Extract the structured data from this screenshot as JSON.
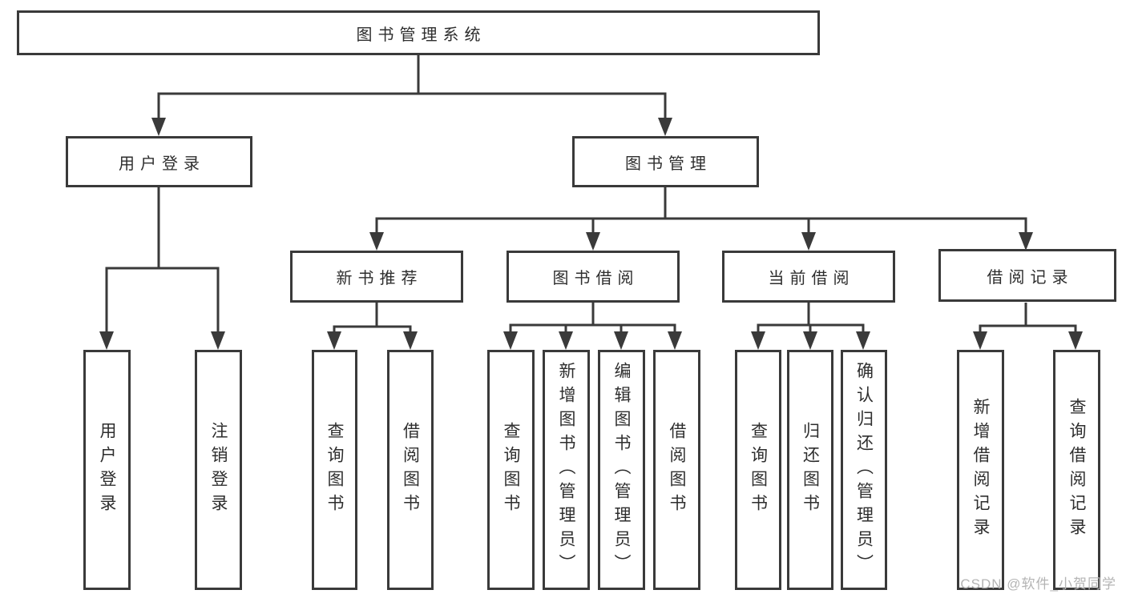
{
  "diagram": {
    "title": "图书管理系统",
    "root": {
      "label": "图书管理系统"
    },
    "branches": [
      {
        "label": "用户登录",
        "children": [
          {
            "label": "用户登录"
          },
          {
            "label": "注销登录"
          }
        ]
      },
      {
        "label": "图书管理",
        "children": [
          {
            "label": "新书推荐",
            "children": [
              {
                "label": "查询图书"
              },
              {
                "label": "借阅图书"
              }
            ]
          },
          {
            "label": "图书借阅",
            "children": [
              {
                "label": "查询图书"
              },
              {
                "label": "新增图书（管理员）"
              },
              {
                "label": "编辑图书（管理员）"
              },
              {
                "label": "借阅图书"
              }
            ]
          },
          {
            "label": "当前借阅",
            "children": [
              {
                "label": "查询图书"
              },
              {
                "label": "归还图书"
              },
              {
                "label": "确认归还（管理员）"
              }
            ]
          },
          {
            "label": "借阅记录",
            "children": [
              {
                "label": "新增借阅记录"
              },
              {
                "label": "查询借阅记录"
              }
            ]
          }
        ]
      }
    ]
  },
  "watermark": {
    "text": "CSDN @软件_小贺同学"
  },
  "colors": {
    "line": "#3a3a3a",
    "text": "#2e2e2e",
    "box_background": "#ffffff",
    "watermark": "#b4b4b4",
    "page_background": "#ffffff"
  }
}
